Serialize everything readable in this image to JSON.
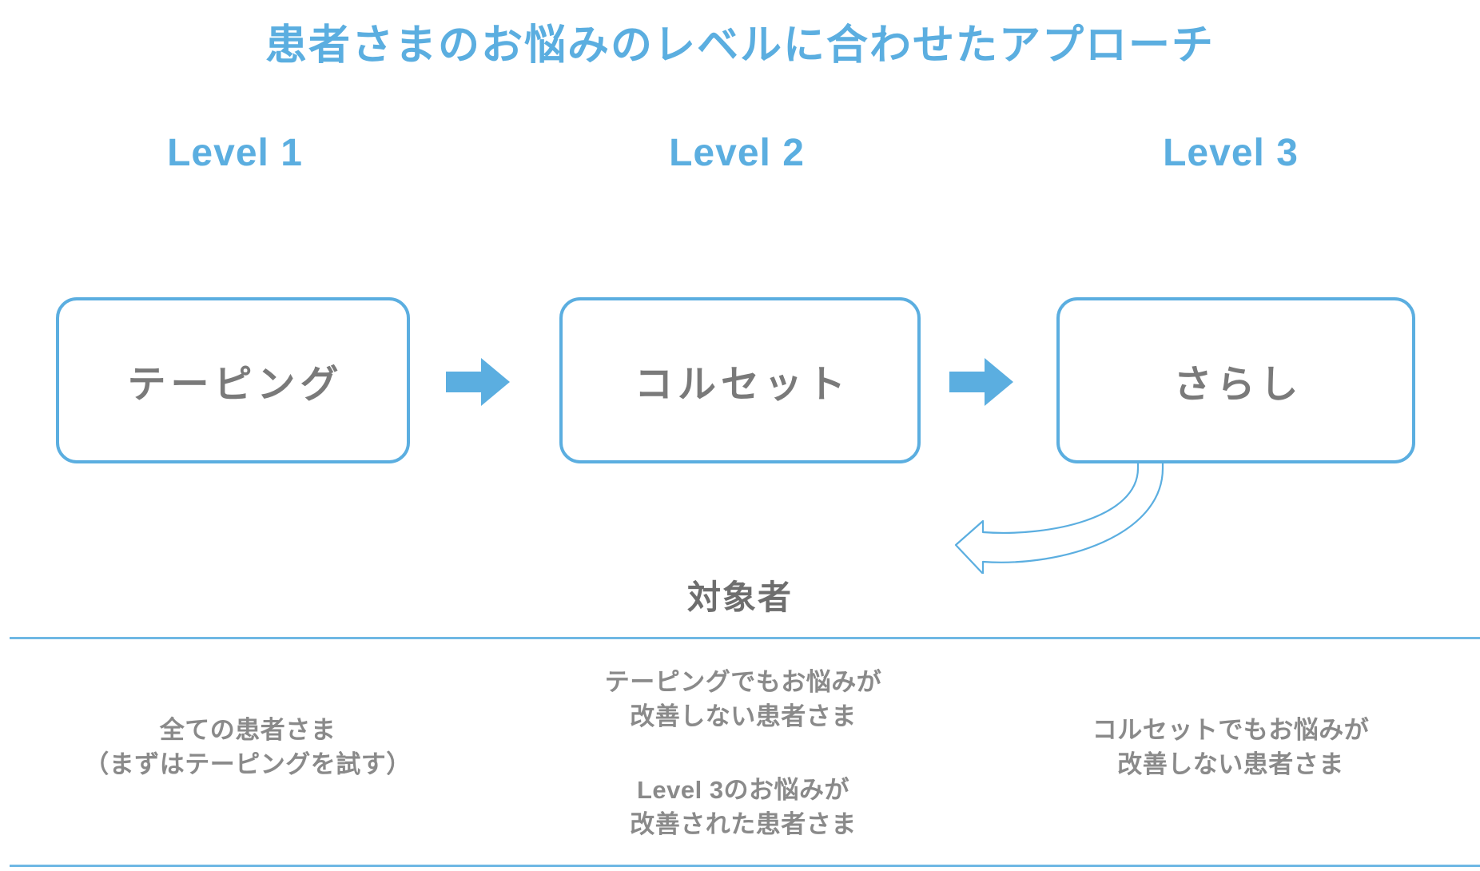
{
  "title": "患者さまのお悩みのレベルに合わせたアプローチ",
  "colors": {
    "accent_blue": "#5BAEE0",
    "divider_blue": "#6FB8E4",
    "body_gray": "#7A7A7A",
    "background": "#FFFFFF"
  },
  "levels": [
    {
      "label": "Level 1",
      "box_label": "テーピング"
    },
    {
      "label": "Level 2",
      "box_label": "コルセット"
    },
    {
      "label": "Level 3",
      "box_label": "さらし"
    }
  ],
  "arrows": {
    "step_1": "right-arrow",
    "step_2": "right-arrow",
    "feedback": "curved-up-left-arrow"
  },
  "target_section": {
    "heading": "対象者",
    "columns": [
      {
        "level": "Level 1",
        "blocks": [
          "全ての患者さま\n（まずはテーピングを試す）"
        ]
      },
      {
        "level": "Level 2",
        "blocks": [
          "テーピングでもお悩みが\n改善しない患者さま",
          "Level 3のお悩みが\n改善された患者さま"
        ]
      },
      {
        "level": "Level 3",
        "blocks": [
          "コルセットでもお悩みが\n改善しない患者さま"
        ]
      }
    ]
  }
}
